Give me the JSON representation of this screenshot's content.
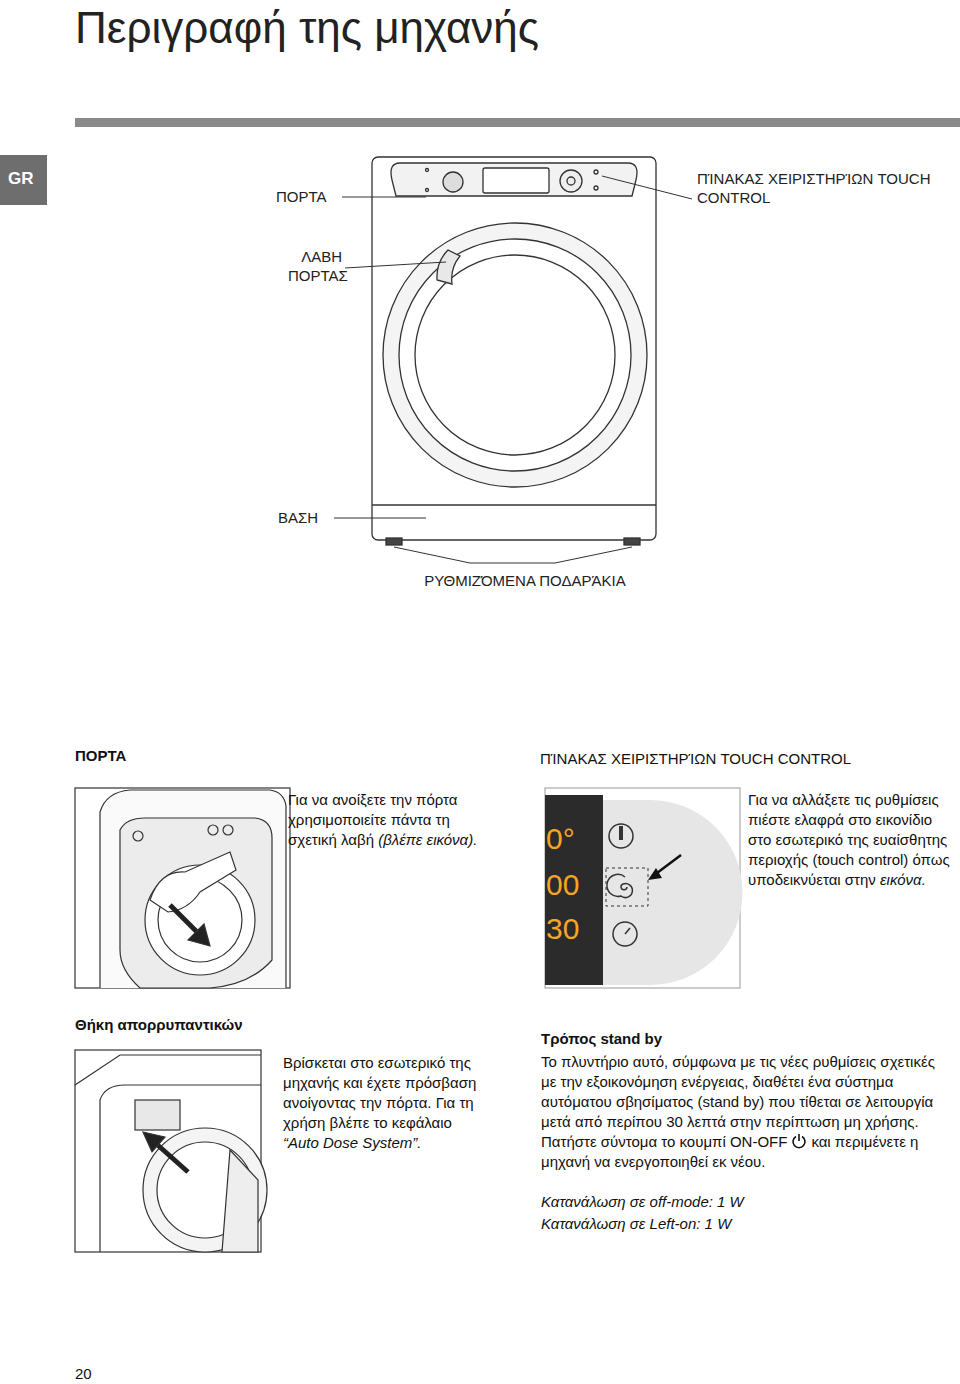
{
  "diagram": {
    "title": "Περιγραφή της μηχανής",
    "labels": [
      "GR",
      "ΠΟΡΤΑ",
      "ΛΑΒΗ ΠΟΡΤΑΣ",
      "ΠΊΝΑΚΑΣ ΧΕΙΡΙΣΤΗΡΊΩΝ TOUCH CONTROL",
      "ΒΑΣΗ",
      "ΡΥΘΜΙΖΌΜΕΝΑ ΠΟΔΑΡΆΚΙΑ",
      "ΠΟΡΤΑ",
      "Για να ανοίξετε την πόρτα χρησιμοποιείτε πάντα τη σχετική λαβή",
      "(βλέπε εικόνα).",
      "ΠΊΝΑΚΑΣ ΧΕΙΡΙΣΤΗΡΊΩΝ TOUCH CONTROL",
      "0°",
      "00",
      "30",
      "Για να αλλάξετε τις ρυθμίσεις πιέστε ελαφρά στο εικονίδιο στο εσωτερικό της ευαίσθητης περιοχής (touch control) όπως υποδεικνύεται στην",
      "εικόνα.",
      "Θήκη απορρυπαντικών",
      "Βρίσκεται στο εσωτερικό της μηχανής και έχετε πρόσβαση ανοίγοντας την πόρτα. Για τη χρήση βλέπε το κεφάλαιο",
      "“Auto Dose System”.",
      "Τρόπος stand by",
      "Το πλυντήριο αυτό, σύμφωνα με τις νέες ρυθμίσεις σχετικές με την εξοικονόμηση ενέργειας, διαθέτει ένα σύστημα αυτόματου σβησίματος (stand by) που τίθεται σε λειτουργία μετά από περίπου 30 λεπτά στην περίπτωση μη χρήσης. Πατήστε σύντομα το κουμπί ON-OFF",
      "και περιμένετε η μηχανή να ενεργοποιηθεί εκ νέου.",
      "Κατανάλωση σε off-mode: 1 W",
      "Κατανάλωση σε Left-on: 1 W",
      "20"
    ]
  }
}
